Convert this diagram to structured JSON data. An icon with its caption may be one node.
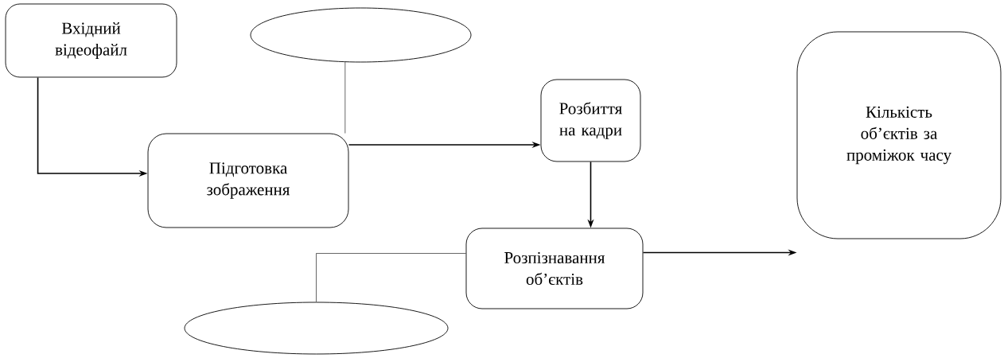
{
  "diagram": {
    "nodes": [
      {
        "text": [
          "Вхідний відеофайл"
        ]
      },
      {
        "text": [],
        "shape": "ellipse"
      },
      {
        "text": [
          "Підготовка зображення"
        ]
      },
      {
        "text": [
          "Розбиття на кадри"
        ]
      },
      {
        "text": [
          "Розпізнавання об’єктів"
        ]
      },
      {
        "text": [
          "Кількість об’єктів за проміжок часу"
        ]
      },
      {
        "text": [],
        "shape": "ellipse"
      }
    ],
    "edges": [
      {
        "from": 0,
        "to": 2,
        "arrow": "to"
      },
      {
        "from": 1,
        "to": 2,
        "arrow": "none"
      },
      {
        "from": 2,
        "to": 3,
        "arrow": "to"
      },
      {
        "from": 3,
        "to": 4,
        "arrow": "to"
      },
      {
        "from": 6,
        "to": 4,
        "arrow": "none"
      },
      {
        "from": 4,
        "to": 5,
        "arrow": "to"
      }
    ]
  }
}
